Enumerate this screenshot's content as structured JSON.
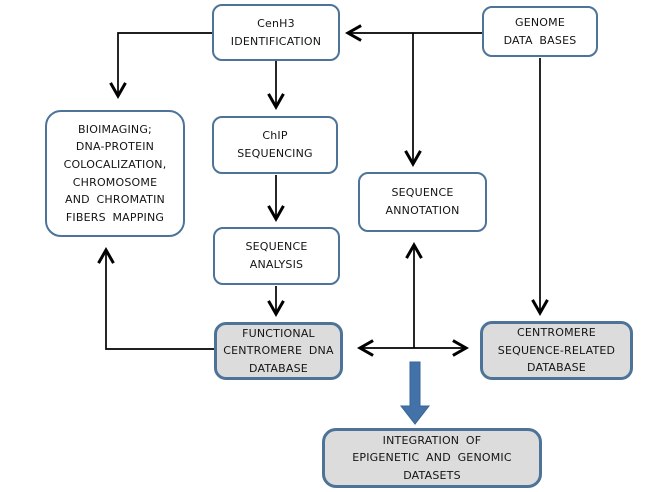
{
  "diagram": {
    "boxes": {
      "cenh3_identification": {
        "label": "CenH3\nIDENTIFICATION"
      },
      "genome_databases": {
        "label": "GENOME\nDATA BASES"
      },
      "bioimaging": {
        "label": "BIOIMAGING;\nDNA-PROTEIN\nCOLOCALIZATION,\nCHROMOSOME\nAND CHROMATIN\nFIBERS MAPPING"
      },
      "chip_sequencing": {
        "label": "ChIP\nSEQUENCING"
      },
      "sequence_annotation": {
        "label": "SEQUENCE\nANNOTATION"
      },
      "sequence_analysis": {
        "label": "SEQUENCE\nANALYSIS"
      },
      "functional_centromere_dna_database": {
        "label": "FUNCTIONAL\nCENTROMERE DNA\nDATABASE"
      },
      "centromere_sequence_related_database": {
        "label": "CENTROMERE\nSEQUENCE-RELATED\nDATABASE"
      },
      "integration_datasets": {
        "label": "INTEGRATION OF\nEPIGENETIC AND GENOMIC\nDATASETS"
      }
    },
    "colors": {
      "box_border": "#4d7398",
      "box_fill_white": "#ffffff",
      "box_fill_gray": "#dcdcdc",
      "connector": "#000000",
      "block_arrow_fill": "#4272a8",
      "block_arrow_edge": "#3a6496"
    }
  }
}
